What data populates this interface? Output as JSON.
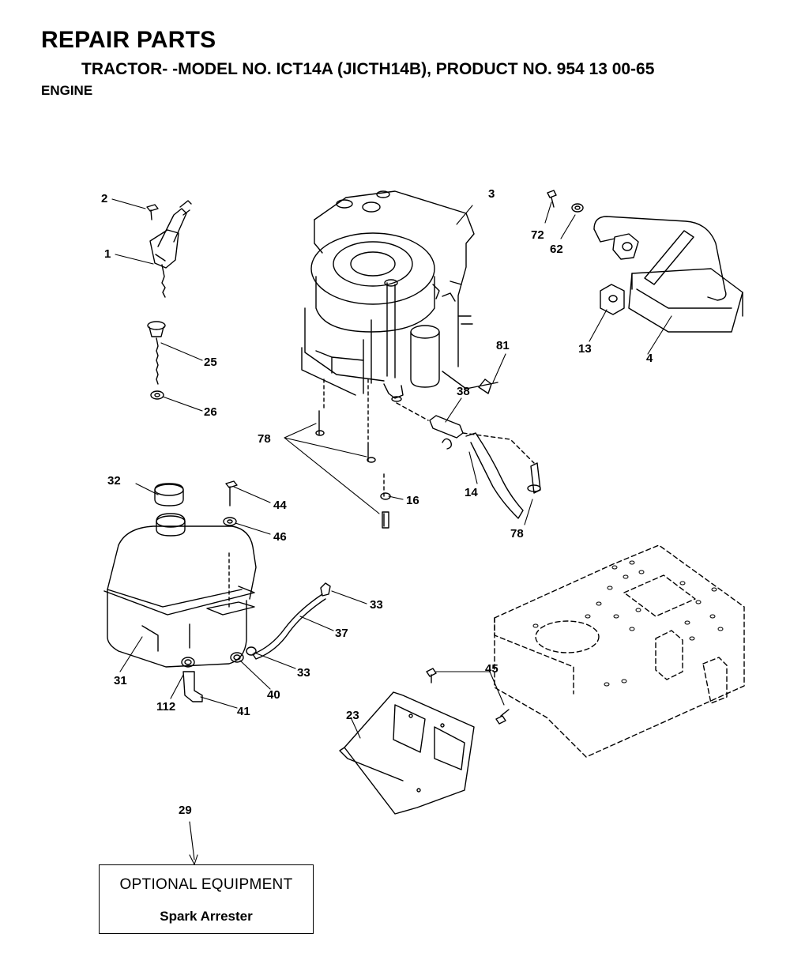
{
  "header": {
    "title": "REPAIR PARTS",
    "subtitle": "TRACTOR- -MODEL NO. ICT14A (JICTH14B), PRODUCT NO. 954 13 00-65",
    "section": "ENGINE"
  },
  "callouts": {
    "c1": "1",
    "c2": "2",
    "c3": "3",
    "c4": "4",
    "c13": "13",
    "c14": "14",
    "c16": "16",
    "c23": "23",
    "c25": "25",
    "c26": "26",
    "c29": "29",
    "c31": "31",
    "c32": "32",
    "c33a": "33",
    "c33b": "33",
    "c37": "37",
    "c38": "38",
    "c40": "40",
    "c41": "41",
    "c44": "44",
    "c45": "45",
    "c46": "46",
    "c62": "62",
    "c72": "72",
    "c78a": "78",
    "c78b": "78",
    "c81": "81",
    "c112": "112"
  },
  "optional_box": {
    "title": "OPTIONAL EQUIPMENT",
    "item": "Spark Arrester"
  }
}
